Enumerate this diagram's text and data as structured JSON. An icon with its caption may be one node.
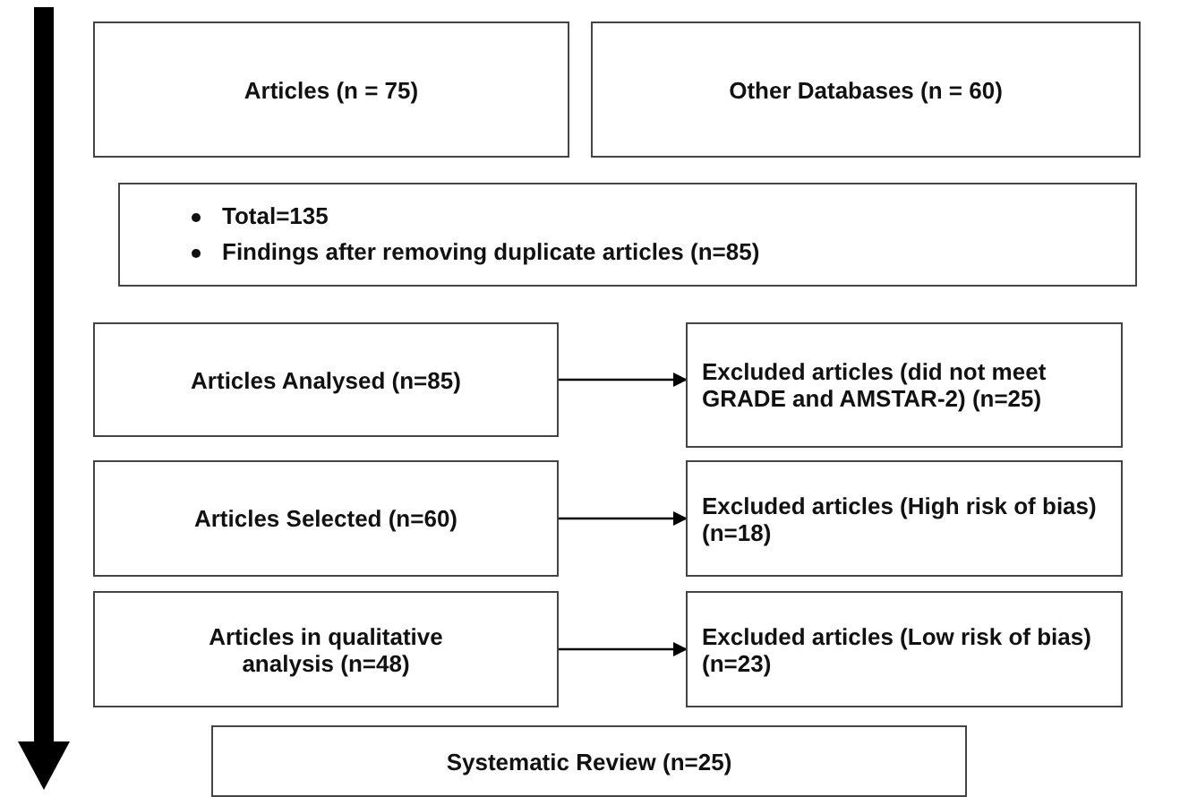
{
  "diagram": {
    "nodes": [
      {
        "text": [
          "Articles (n = 75)"
        ]
      },
      {
        "text": [
          "Other Databases (n = 60)"
        ]
      },
      {
        "text": [
          "Total=135",
          "Findings after removing duplicate articles (n=85)"
        ]
      },
      {
        "text": [
          "Articles Analysed (n=85)"
        ]
      },
      {
        "text": [
          "Excluded articles (did not meet GRADE and AMSTAR-2) (n=25)"
        ]
      },
      {
        "text": [
          "Articles Selected (n=60)"
        ]
      },
      {
        "text": [
          "Excluded articles (High risk of bias) (n=18)"
        ]
      },
      {
        "text": [
          "Articles in qualitative analysis (n=48)"
        ]
      },
      {
        "text": [
          "Excluded articles (Low risk of bias) (n=23)"
        ]
      },
      {
        "text": [
          "Systematic Review (n=25)"
        ]
      }
    ],
    "edges": [
      {
        "from": 3,
        "to": 4,
        "arrow": "to"
      },
      {
        "from": 5,
        "to": 6,
        "arrow": "to"
      },
      {
        "from": 7,
        "to": 8,
        "arrow": "to"
      }
    ]
  }
}
